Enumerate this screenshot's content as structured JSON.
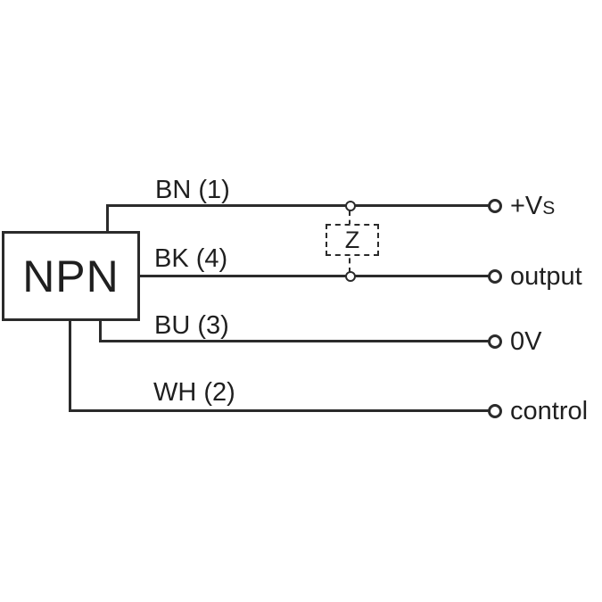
{
  "diagram": {
    "device": {
      "label": "NPN"
    },
    "load": {
      "label": "Z"
    },
    "wires": [
      {
        "pin_label": "BN (1)",
        "terminal_label": "+V",
        "terminal_label_small": "S"
      },
      {
        "pin_label": "BK (4)",
        "terminal_label": "output",
        "terminal_label_small": ""
      },
      {
        "pin_label": "BU (3)",
        "terminal_label": "0V",
        "terminal_label_small": ""
      },
      {
        "pin_label": "WH (2)",
        "terminal_label": "control",
        "terminal_label_small": ""
      }
    ],
    "colors": {
      "line": "#2b2b2b",
      "text": "#1f1f1f",
      "background": "#ffffff"
    }
  }
}
